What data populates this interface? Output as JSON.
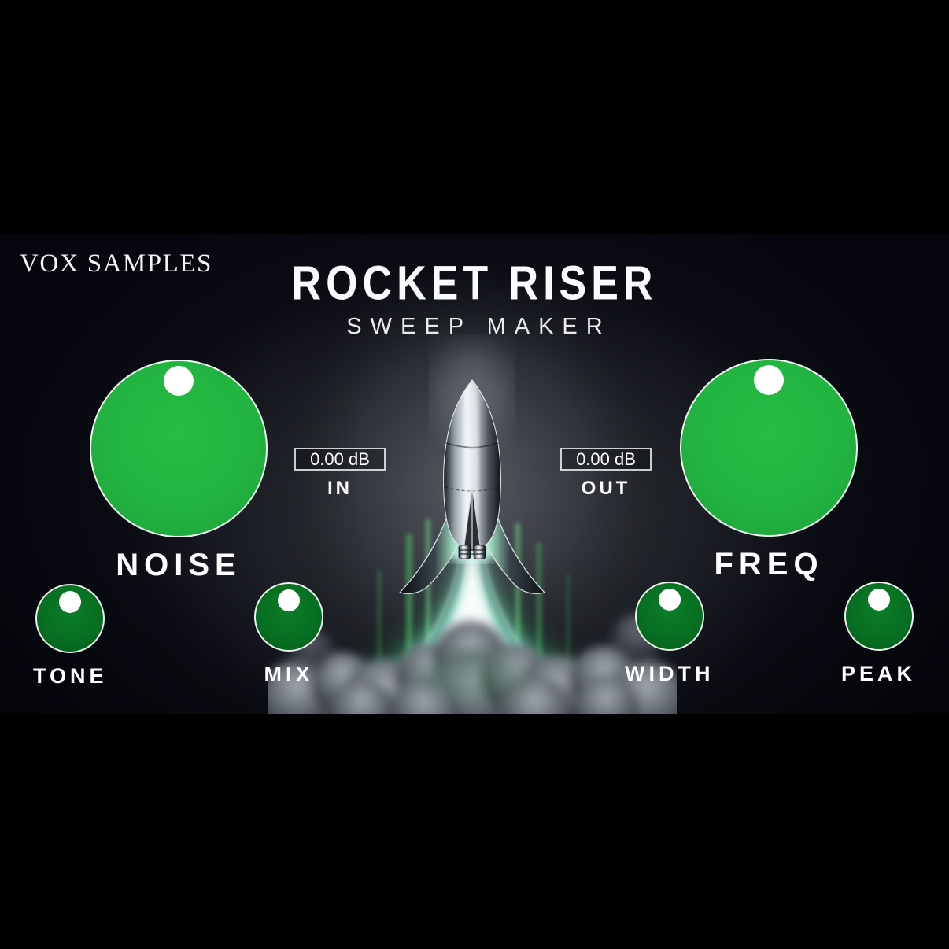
{
  "branding": {
    "logo_text": "VOX SAMPLES"
  },
  "header": {
    "title": "ROCKET RISER",
    "subtitle": "SWEEP MAKER"
  },
  "meters": {
    "in": {
      "value": "0.00 dB",
      "label": "IN"
    },
    "out": {
      "value": "0.00 dB",
      "label": "OUT"
    }
  },
  "knobs": {
    "noise": {
      "label": "NOISE"
    },
    "freq": {
      "label": "FREQ"
    },
    "tone": {
      "label": "TONE"
    },
    "mix": {
      "label": "MIX"
    },
    "width": {
      "label": "WIDTH"
    },
    "peak": {
      "label": "PEAK"
    }
  },
  "colors": {
    "knob_large_green": "#22b440",
    "knob_small_green": "#076e21",
    "indicator_white": "#ffffff",
    "text_white": "#ffffff",
    "exhaust_core": "#eafff7",
    "exhaust_green": "#37d377",
    "background_black": "#000000"
  }
}
